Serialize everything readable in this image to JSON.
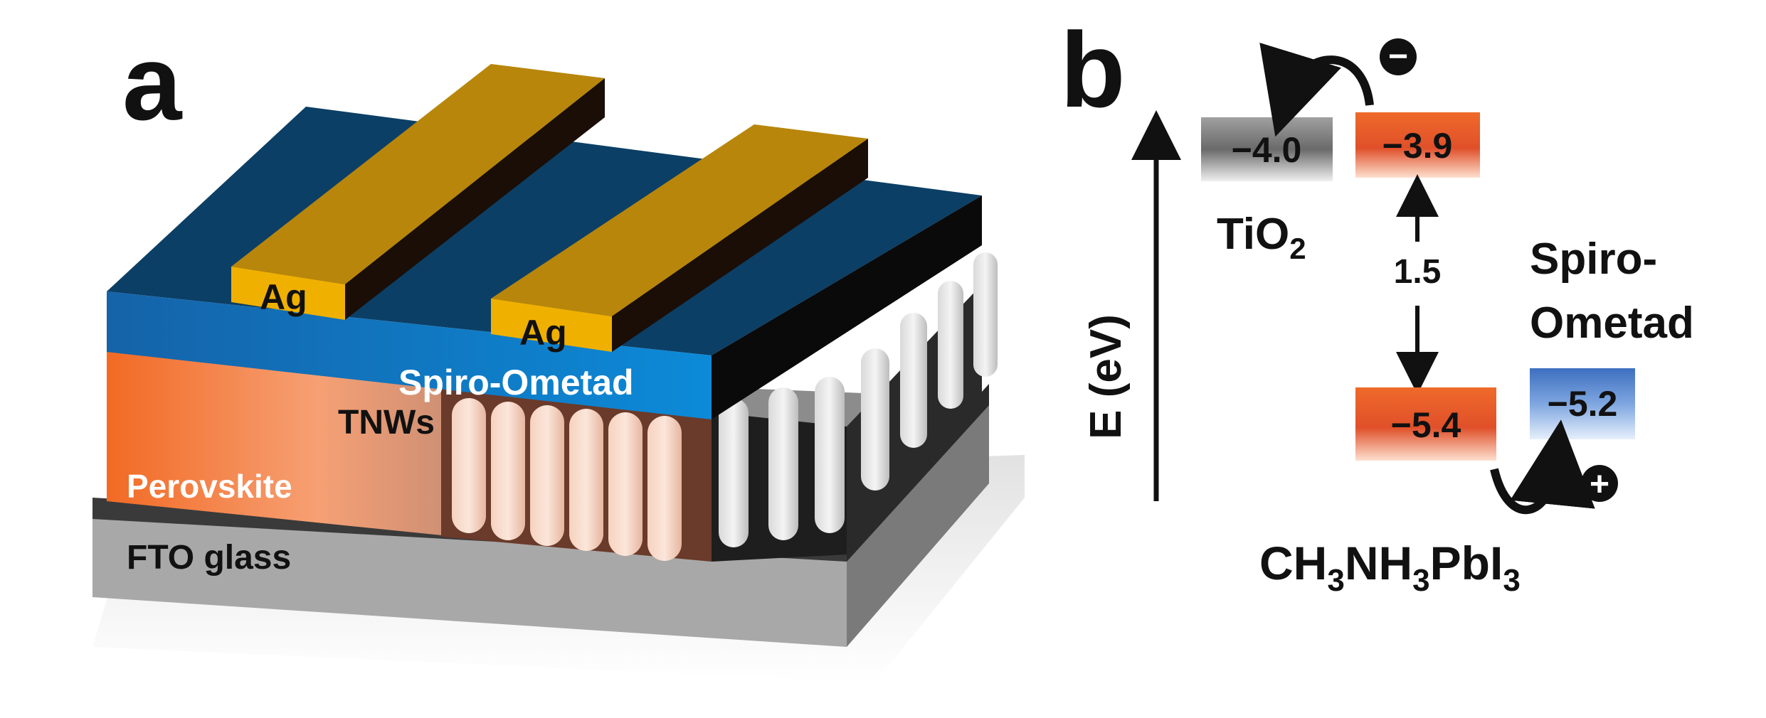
{
  "panel_a": {
    "letter": "a",
    "electrode_left": "Ag",
    "electrode_right": "Ag",
    "htm_layer": "Spiro-Ometad",
    "nanowires": "TNWs",
    "absorber": "Perovskite",
    "substrate": "FTO glass"
  },
  "panel_b": {
    "letter": "b",
    "axis_label": "E (eV)",
    "tio2_level": "−4.0",
    "tio2_name": "TiO",
    "tio2_sub": "2",
    "cb_level": "−3.9",
    "bandgap": "1.5",
    "vb_level": "−5.4",
    "spiro_level": "−5.2",
    "spiro_name_line1": "Spiro-",
    "spiro_name_line2": "Ometad",
    "perovskite_formula": {
      "p1": "CH",
      "s1": "3",
      "p2": "NH",
      "s2": "3",
      "p3": "PbI",
      "s3": "3"
    },
    "electron_symbol": "−",
    "hole_symbol": "+"
  },
  "colors": {
    "silver": "#b8860b",
    "spiro": "#0d70b8",
    "perovskite": "#f47c3c",
    "fto": "#9a9a9a",
    "tio2_box": "#8a8a8a",
    "spiro_box": "#4a7fc6"
  }
}
